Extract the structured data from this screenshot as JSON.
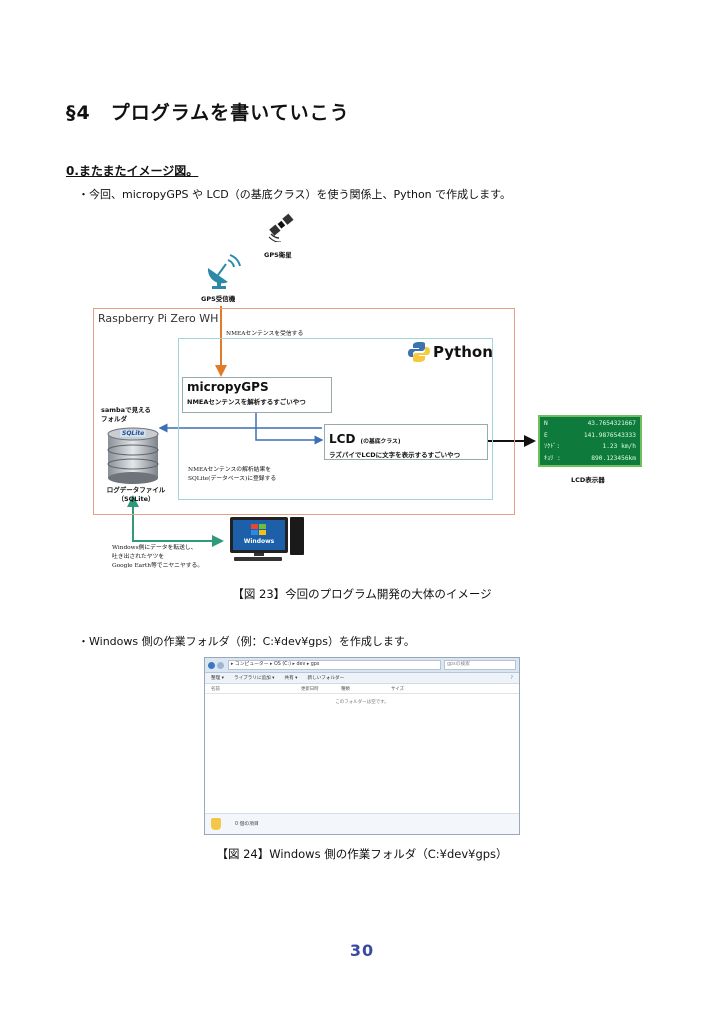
{
  "section_title": "§4　プログラムを書いていこう",
  "subheading": "0.またまたイメージ図。",
  "paragraph1": "・今回、micropyGPS や LCD（の基底クラス）を使う関係上、Python で作成します。",
  "diagram": {
    "satellite_label": "GPS衛星",
    "receiver_label": "GPS受信機",
    "pi_label": "Raspberry Pi Zero WH",
    "nmea_receive_label": "NMEAセンテンスを受信する",
    "python_label": "Python",
    "micropygps_title": "micropyGPS",
    "micropygps_desc": "NMEAセンテンスを解析するすごいやつ",
    "lcd_title": "LCD",
    "lcd_title_small": "(の基底クラス)",
    "lcd_desc": "ラズパイでLCDに文字を表示するすごいやつ",
    "samba_label_1": "sambaで見える",
    "samba_label_2": "フォルダ",
    "sqlite_badge": "SQLite",
    "db_label_1": "ログデータファイル",
    "db_label_2": "（SQLite）",
    "register_label_1": "NMEAセンテンスの解析結果を",
    "register_label_2": "SQLite(データベース)に登録する",
    "lcd_display_label": "LCD表示器",
    "lcd_rows": [
      {
        "k": "N",
        "v": "43.7654321667"
      },
      {
        "k": "E",
        "v": "141.9876543333"
      },
      {
        "k": "ｿｸﾄﾞ:",
        "v": "1.23 km/h"
      },
      {
        "k": "ｷｮﾘ :",
        "v": "890.123456km"
      }
    ],
    "windows_logo_text": "Windows",
    "windows_note_1": "Windows側にデータを転送し、",
    "windows_note_2": "吐き出されたヤツを",
    "windows_note_3": "Google Earth等でニヤニヤする。"
  },
  "caption1": "【図 23】今回のプログラム開発の大体のイメージ",
  "paragraph2": "・Windows 側の作業フォルダ（例：C:¥dev¥gps）を作成します。",
  "explorer": {
    "address": "▸ コンピューター ▸ OS (C:) ▸ dev ▸ gps",
    "search_placeholder": "gpsの検索",
    "toolbar": [
      "整理 ▾",
      "ライブラリに追加 ▾",
      "共有 ▾",
      "新しいフォルダー"
    ],
    "columns": [
      "名前",
      "更新日時",
      "種類",
      "サイズ"
    ],
    "empty_text": "このフォルダーは空です。",
    "status_text": "0 個の項目"
  },
  "caption2": "【図 24】Windows 側の作業フォルダ（C:¥dev¥gps）",
  "page_number": "30"
}
